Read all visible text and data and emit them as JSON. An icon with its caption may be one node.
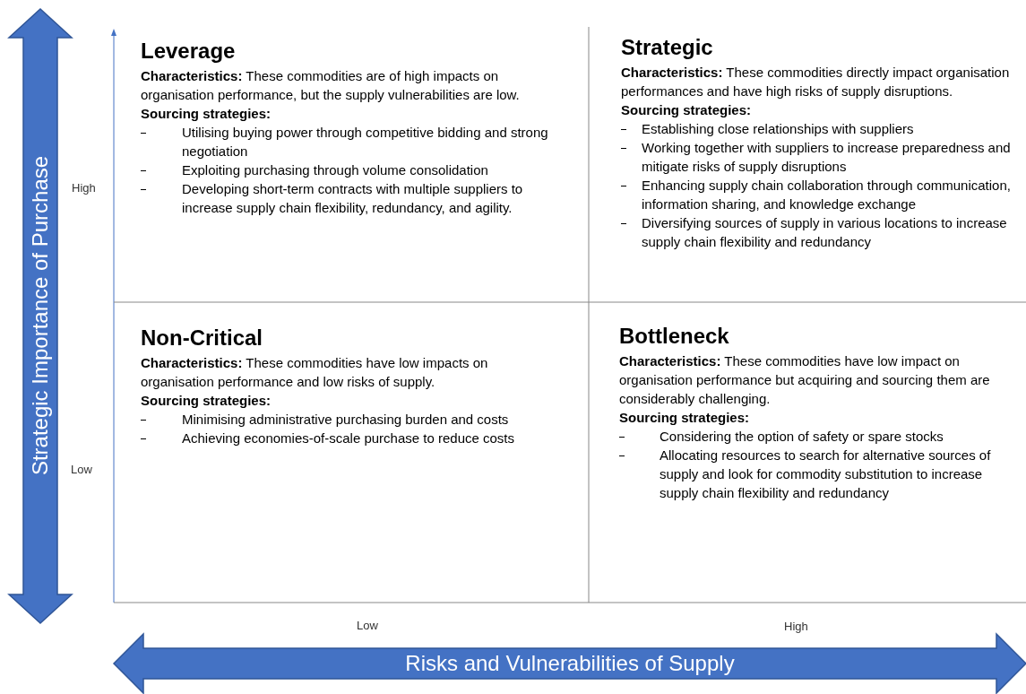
{
  "diagram": {
    "nodes": [
      {
        "text": [
          "Leverage",
          "**Characteristics:** These commodities are of high impacts on organisation performance, but the supply vulnerabilities are low.",
          "Sourcing strategies:",
          "Utilising buying power through competitive bidding and strong negotiation",
          "Exploiting purchasing through volume consolidation",
          "Developing short-term contracts with multiple suppliers to increase supply chain flexibility, redundancy, and agility."
        ]
      },
      {
        "text": [
          "Strategic",
          "**Characteristics:** These commodities directly impact organisation performances and have high risks of supply disruptions.",
          "Sourcing strategies:",
          "Establishing close relationships with suppliers",
          "Working together with suppliers to increase preparedness and mitigate risks of supply disruptions",
          "Enhancing supply chain collaboration through communication, information sharing, and knowledge exchange",
          "Diversifying sources of supply in various locations to increase supply chain flexibility and redundancy"
        ]
      },
      {
        "text": [
          "Non-Critical",
          "**Characteristics:** These commodities have low impacts on organisation performance and low risks of supply.",
          "Sourcing strategies:",
          "Minimising administrative purchasing burden and costs",
          "Achieving economies-of-scale purchase to reduce costs"
        ]
      },
      {
        "text": [
          "Bottleneck",
          "**Characteristics:** These commodities have low impact on organisation performance but acquiring and sourcing them are considerably challenging.",
          "Sourcing strategies:",
          "Considering the option of safety or spare stocks",
          "Allocating resources to search for alternative sources of supply and look for commodity substitution to increase supply chain flexibility and redundancy"
        ]
      }
    ],
    "labels": [
      "Strategic Importance of Purchase",
      "High",
      "Low",
      "Low",
      "High",
      "Risks and Vulnerabilities of Supply"
    ]
  }
}
